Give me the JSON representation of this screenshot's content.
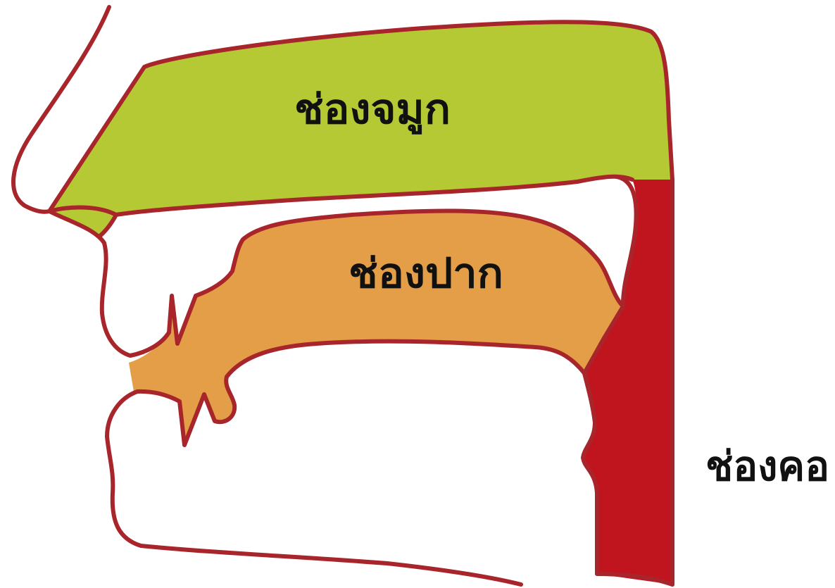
{
  "labels": {
    "nasal_cavity": "ช่องจมูก",
    "oral_cavity": "ช่องปาก",
    "throat": "ช่องคอ"
  },
  "colors": {
    "background": "#ffffff",
    "nasal_fill": "#b5c935",
    "oral_fill": "#e39e47",
    "throat_fill": "#c0141f",
    "outline": "#a8262b"
  }
}
